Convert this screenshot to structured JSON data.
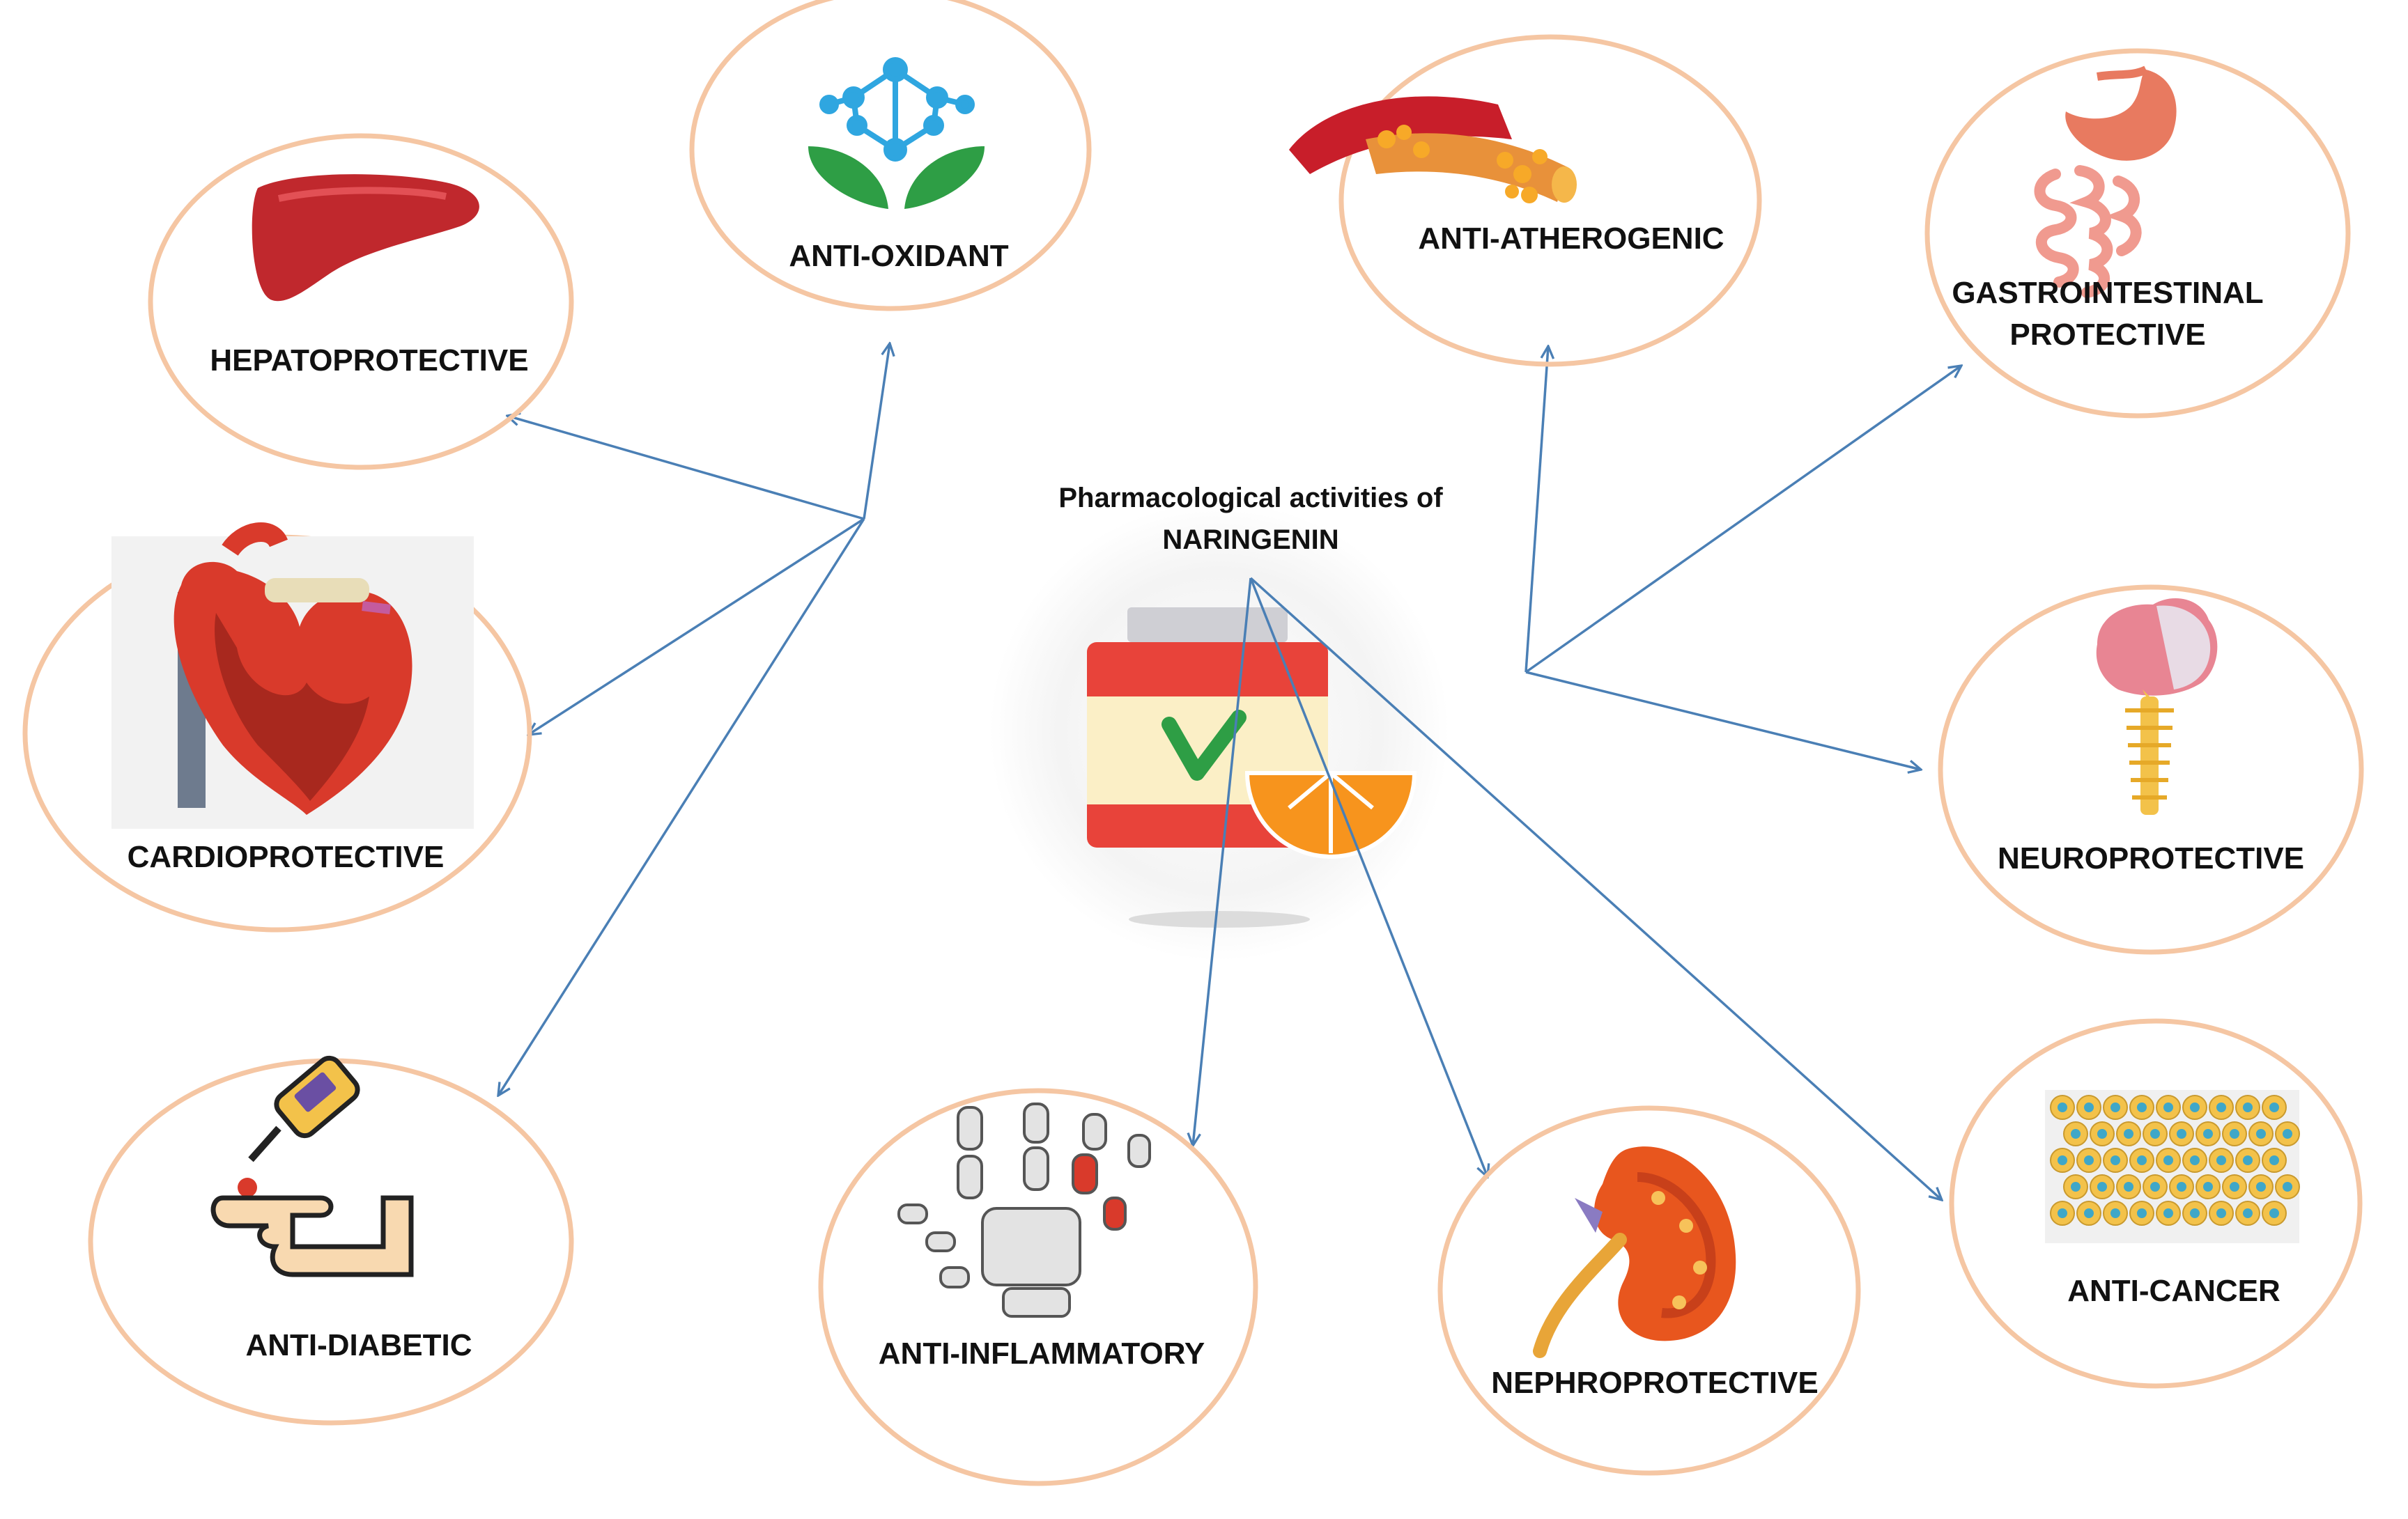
{
  "center": {
    "title_line1": "Pharmacological activities of",
    "title_line2": "NARINGENIN",
    "icon": "medicine-bottle-with-checkmark-and-orange-slices"
  },
  "activities": [
    {
      "id": "hepatoprotective",
      "label": [
        "HEPATOPROTECTIVE"
      ],
      "icon": "liver-icon"
    },
    {
      "id": "anti-oxidant",
      "label": [
        "ANTI-OXIDANT"
      ],
      "icon": "molecule-leaves-icon"
    },
    {
      "id": "anti-atherogenic",
      "label": [
        "ANTI-ATHEROGENIC"
      ],
      "icon": "artery-plaque-icon"
    },
    {
      "id": "gastrointestinal-protective",
      "label": [
        "GASTROINTESTINAL",
        "PROTECTIVE"
      ],
      "icon": "stomach-intestine-icon"
    },
    {
      "id": "cardioprotective",
      "label": [
        "CARDIOPROTECTIVE"
      ],
      "icon": "heart-icon"
    },
    {
      "id": "neuroprotective",
      "label": [
        "NEUROPROTECTIVE"
      ],
      "icon": "brain-spine-icon"
    },
    {
      "id": "anti-diabetic",
      "label": [
        "ANTI-DIABETIC"
      ],
      "icon": "glucometer-finger-icon"
    },
    {
      "id": "anti-inflammatory",
      "label": [
        "ANTI-INFLAMMATORY"
      ],
      "icon": "hand-joints-icon"
    },
    {
      "id": "nephroprotective",
      "label": [
        "NEPHROPROTECTIVE"
      ],
      "icon": "kidney-icon"
    },
    {
      "id": "anti-cancer",
      "label": [
        "ANTI-CANCER"
      ],
      "icon": "cell-cluster-icon"
    }
  ],
  "colors": {
    "circle_border": "#F5C6A3",
    "arrow": "#4A7FB5",
    "liver": "#C0282D",
    "heart": "#D93A2B",
    "leaf": "#2E9E45",
    "molecule": "#2FA6E0",
    "orange": "#F7941D"
  }
}
